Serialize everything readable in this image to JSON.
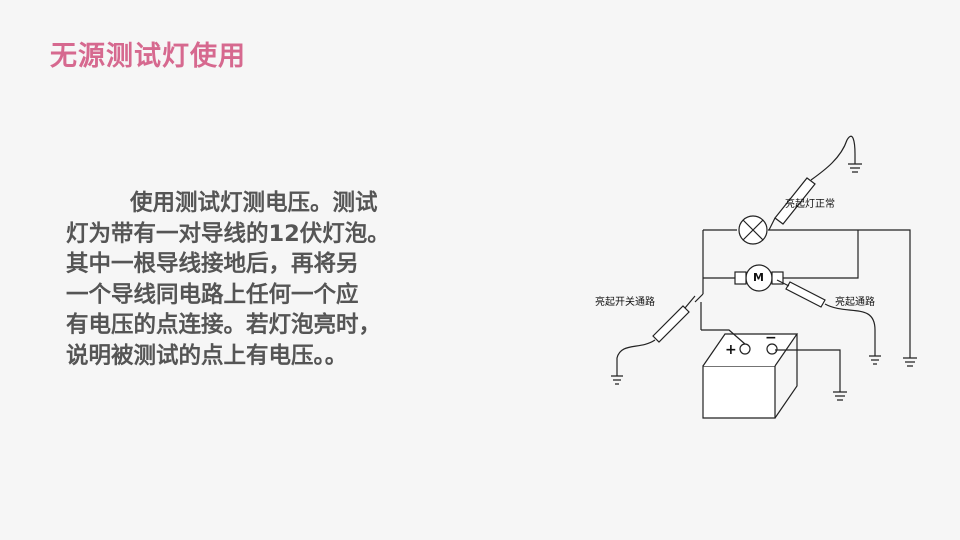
{
  "slide": {
    "title": "无源测试灯使用",
    "paragraph_lines": [
      "使用测试灯测电压。测试",
      "灯为带有一对导线的12伏灯泡。",
      "其中一根导线接地后，再将另",
      "一个导线同电路上任何一个应",
      "有电压的点连接。若灯泡亮时，",
      "说明被测试的点上有电压。。"
    ]
  },
  "diagram": {
    "label_lamp_normal": "亮起灯正常",
    "label_switch_path": "亮起开关通路",
    "label_motor_path": "亮起通路",
    "motor_symbol": "M",
    "battery_plus": "+",
    "battery_minus": "−",
    "icons": [
      "lamp-icon",
      "motor-icon",
      "battery-icon",
      "ground-icon",
      "test-probe-icon",
      "switch-icon"
    ]
  }
}
